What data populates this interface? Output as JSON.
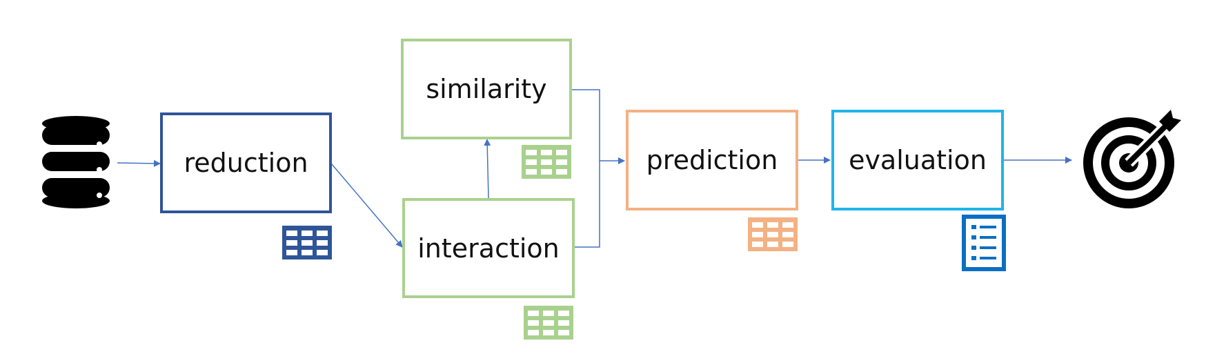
{
  "diagram": {
    "nodes": {
      "reduction": {
        "label": "reduction",
        "color": "#2F5597"
      },
      "similarity": {
        "label": "similarity",
        "color": "#A9D18E"
      },
      "interaction": {
        "label": "interaction",
        "color": "#A9D18E"
      },
      "prediction": {
        "label": "prediction",
        "color": "#F4B183"
      },
      "evaluation": {
        "label": "evaluation",
        "color": "#1FB4E8"
      }
    },
    "icons": {
      "source": "database-icon",
      "target": "target-icon",
      "reduction_output": "table-icon",
      "similarity_output": "table-icon",
      "interaction_output": "table-icon",
      "prediction_output": "table-icon",
      "evaluation_output": "list-document-icon"
    },
    "connector_color": "#4472C4",
    "icon_colors": {
      "evaluation_output": "#0A6FC2",
      "source": "#000000",
      "target": "#000000"
    }
  }
}
